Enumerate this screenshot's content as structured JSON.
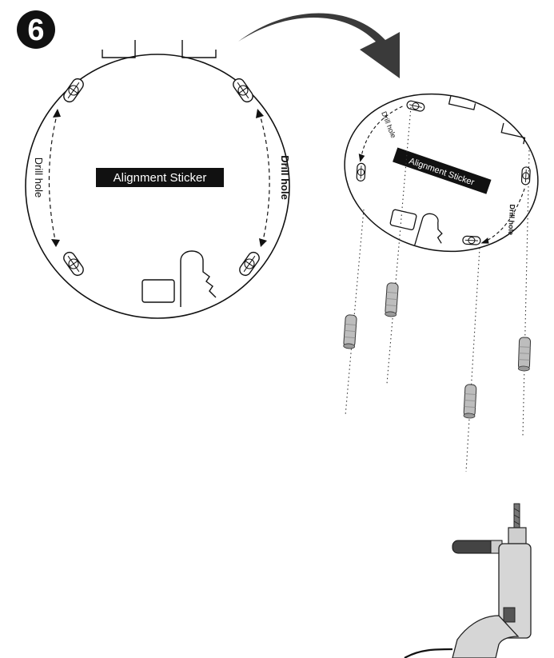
{
  "step": {
    "number": "6"
  },
  "left_plate": {
    "sticker_label": "Alignment Sticker",
    "left_label": "Drill hole",
    "right_label": "Drill hole"
  },
  "right_plate": {
    "sticker_label": "Alignment Sticker",
    "left_label": "Drill hole",
    "right_label": "Drill hole"
  },
  "icons": {
    "arrow": "curved-arrow-icon",
    "anchor": "wall-anchor-icon",
    "drill": "power-drill-icon"
  },
  "colors": {
    "ink": "#1a1a1a",
    "arrow": "#3a3a3a",
    "anchor": "#bdbdbd",
    "drill": "#d6d6d6"
  }
}
